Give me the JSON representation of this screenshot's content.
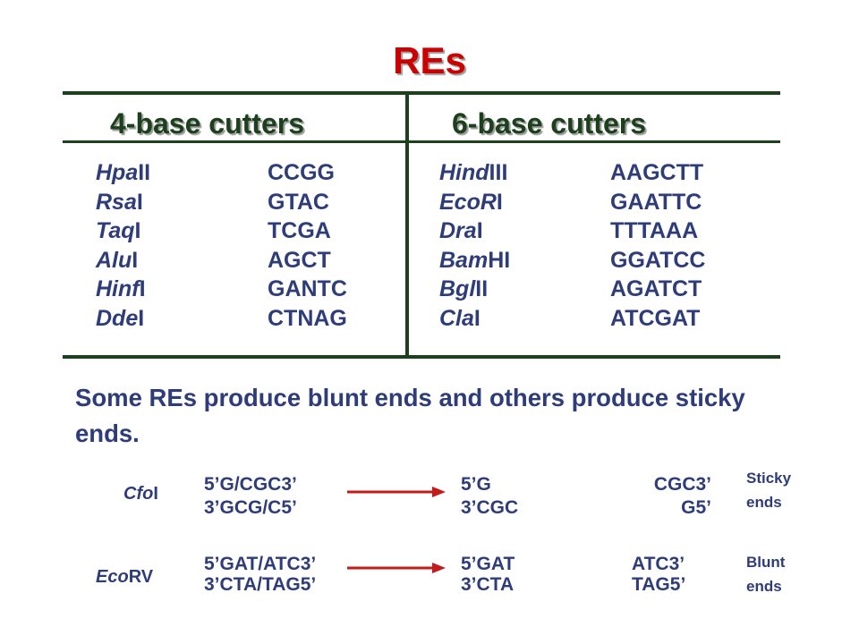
{
  "title": "REs",
  "four_base": {
    "header": "4-base cutters",
    "enzymes": [
      {
        "italic": "Hpa",
        "suffix": "II",
        "site": "CCGG"
      },
      {
        "italic": "Rsa",
        "suffix": "I",
        "site": "GTAC"
      },
      {
        "italic": "Taq",
        "suffix": "I",
        "site": "TCGA"
      },
      {
        "italic": "Alu",
        "suffix": "I",
        "site": "AGCT"
      },
      {
        "italic": "Hinf",
        "suffix": "I",
        "site": "GANTC"
      },
      {
        "italic": "Dde",
        "suffix": "I",
        "site": "CTNAG"
      }
    ]
  },
  "six_base": {
    "header": "6-base cutters",
    "enzymes": [
      {
        "italic": "Hind",
        "suffix": "III",
        "site": "AAGCTT"
      },
      {
        "italic": "EcoR",
        "suffix": "I",
        "site": "GAATTC"
      },
      {
        "italic": "Dra",
        "suffix": "I",
        "site": "TTTAAA"
      },
      {
        "italic": "Bam",
        "suffix": "HI",
        "site": "GGATCC"
      },
      {
        "italic": "Bgl",
        "suffix": "II",
        "site": "AGATCT"
      },
      {
        "italic": "Cla",
        "suffix": "I",
        "site": "ATCGAT"
      }
    ]
  },
  "description": "Some REs produce blunt ends and others produce sticky ends.",
  "examples": {
    "cfoi": {
      "enzyme_italic": "Cfo",
      "enzyme_suffix": "I",
      "site_top": "5’G/CGC3’",
      "site_bottom": "3’GCG/C5’",
      "left_top": "5’G",
      "left_bottom": "3’CGC",
      "right_top": "CGC3’",
      "right_bottom": "G5’",
      "note_line1": "Sticky",
      "note_line2": "ends"
    },
    "ecorv": {
      "enzyme_italic": "Eco",
      "enzyme_suffix": "RV",
      "site_top": "5’GAT/ATC3’",
      "site_bottom": "3’CTA/TAG5’",
      "left_top": "5’GAT",
      "left_bottom": "3’CTA",
      "right_top": "ATC3’",
      "right_bottom": "TAG5’",
      "note_line1": "Blunt",
      "note_line2": "ends"
    }
  },
  "colors": {
    "title": "#cc0000",
    "header": "#1c3f1c",
    "text": "#2e3d7a",
    "arrow": "#c41a1a"
  }
}
